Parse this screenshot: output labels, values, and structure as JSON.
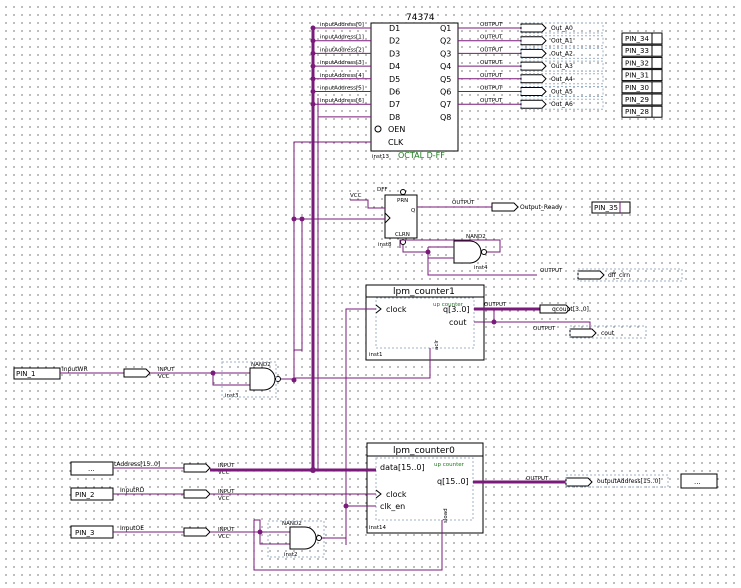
{
  "chip74374": {
    "title": "74374",
    "inputs": [
      "D1",
      "D2",
      "D3",
      "D4",
      "D5",
      "D6",
      "D7",
      "D8"
    ],
    "outputs": [
      "Q1",
      "Q2",
      "Q3",
      "Q4",
      "Q5",
      "Q6",
      "Q7",
      "Q8"
    ],
    "oen": "OEN",
    "clk": "CLK",
    "footer": "OCTAL D-FF",
    "inst": "inst13"
  },
  "addr_labels": [
    "inputAddress[0]",
    "inputAddress[1]",
    "inputAddress[2]",
    "inputAddress[3]",
    "inputAddress[4]",
    "inputAddress[5]",
    "inputAddress[6]"
  ],
  "out_ports": [
    "Out_A0",
    "Out_A1",
    "Out_A2",
    "Out_A3",
    "Out_A4",
    "Out_A5",
    "Out_A6"
  ],
  "output_tag": "OUTPUT",
  "input_tag": "INPUT",
  "vcc": "VCC",
  "pin_boxes": [
    "PIN_34",
    "PIN_33",
    "PIN_32",
    "PIN_31",
    "PIN_30",
    "PIN_29",
    "PIN_28"
  ],
  "dff": {
    "label": "DFF",
    "prn": "PRN",
    "clrn": "CLRN",
    "q": "Q",
    "inst": "inst8",
    "vcc": "VCC"
  },
  "out_ready": "Output_Ready",
  "pin35": "PIN_35",
  "nand_top": {
    "type": "NAND2",
    "inst": "inst4"
  },
  "dff_clrn_port": "dff_clrn",
  "counter1": {
    "title": "lpm_counter1",
    "clock": "clock",
    "q": "q[3..0]",
    "cout": "cout",
    "aclr": "aclr",
    "mode": "up counter",
    "inst": "inst1"
  },
  "qcount": "qcount[3..0]",
  "cout_port": "cout",
  "pin1": "PIN_1",
  "input_wr": "InputWR",
  "nand_mid": {
    "type": "NAND2",
    "inst": "inst3"
  },
  "counter0": {
    "title": "lpm_counter0",
    "data": "data[15..0]",
    "clock": "clock",
    "clk_en": "clk_en",
    "q": "q[15..0]",
    "sload": "sload",
    "mode": "up counter",
    "inst": "inst14"
  },
  "ellipsis": "...",
  "input_address_bus": "tAddress[15..0]",
  "output_address": "outputAddress[15..0]",
  "pin2": "PIN_2",
  "input_rd": "InputRD",
  "pin3": "PIN_3",
  "input_oe": "InputOE",
  "nand_bot": {
    "type": "NAND2",
    "inst": "inst2"
  }
}
